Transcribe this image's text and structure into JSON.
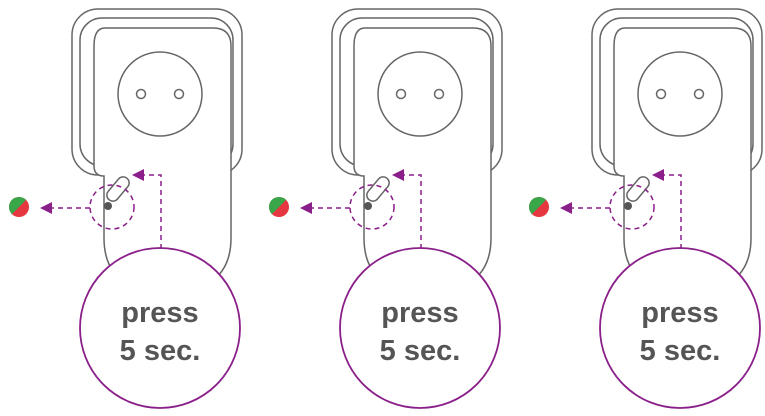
{
  "colors": {
    "outline": "#666666",
    "accent": "#8a1f8a",
    "led_green": "#3aa64a",
    "led_red": "#e6363f",
    "text": "#555555"
  },
  "steps": [
    {
      "line1": "press",
      "line2": "5 sec.",
      "icons": [
        "outlet-icon",
        "button-icon",
        "led-status-icon"
      ]
    },
    {
      "line1": "press",
      "line2": "5 sec.",
      "icons": [
        "outlet-icon",
        "button-icon",
        "led-status-icon"
      ]
    },
    {
      "line1": "press",
      "line2": "5 sec.",
      "icons": [
        "outlet-icon",
        "button-icon",
        "led-status-icon"
      ]
    }
  ]
}
